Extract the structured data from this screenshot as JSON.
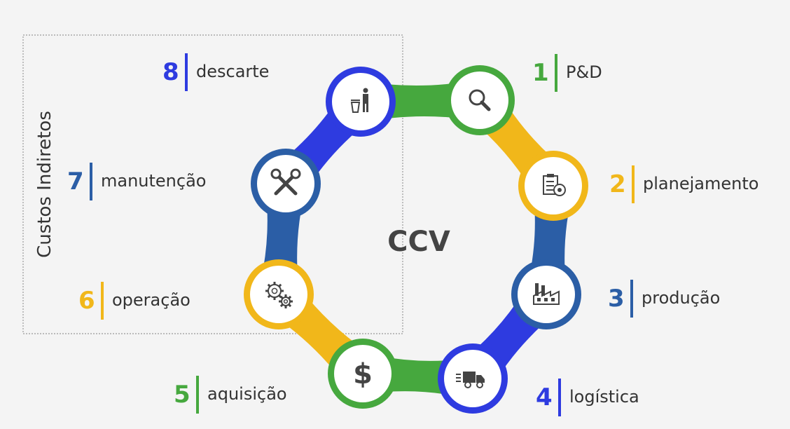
{
  "center_label": "CCV",
  "side_label": "Custos Indiretos",
  "colors": {
    "green": "#46a83e",
    "yellow": "#f1b71a",
    "darkblue": "#2b5ea6",
    "blue": "#2e3be0"
  },
  "stages": [
    {
      "number": "1",
      "label": "P&D",
      "color": "#46a83e",
      "icon": "magnifier-icon"
    },
    {
      "number": "2",
      "label": "planejamento",
      "color": "#f1b71a",
      "icon": "clipboard-target-icon"
    },
    {
      "number": "3",
      "label": "produção",
      "color": "#2b5ea6",
      "icon": "factory-icon"
    },
    {
      "number": "4",
      "label": "logística",
      "color": "#2e3be0",
      "icon": "truck-icon"
    },
    {
      "number": "5",
      "label": "aquisição",
      "color": "#46a83e",
      "icon": "dollar-icon"
    },
    {
      "number": "6",
      "label": "operação",
      "color": "#f1b71a",
      "icon": "gears-icon"
    },
    {
      "number": "7",
      "label": "manutenção",
      "color": "#2b5ea6",
      "icon": "tools-icon"
    },
    {
      "number": "8",
      "label": "descarte",
      "color": "#2e3be0",
      "icon": "trash-icon"
    }
  ]
}
